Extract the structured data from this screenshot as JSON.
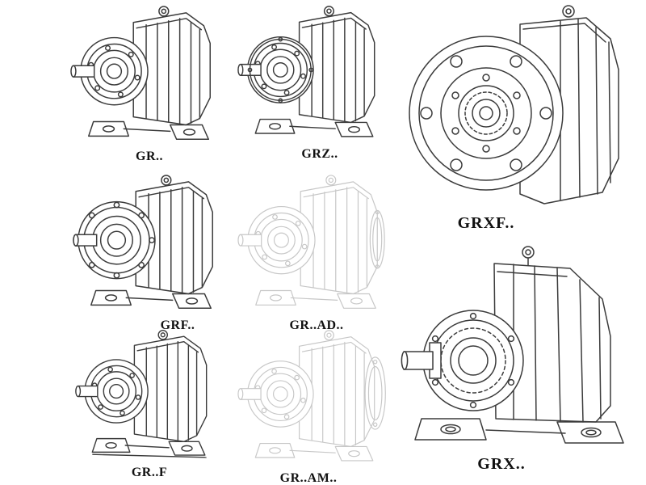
{
  "page": {
    "background": "#ffffff",
    "line_color": "#3b3b3b",
    "light_line_color": "#c7c7c7",
    "label_color": "#111111"
  },
  "models": [
    {
      "id": "gr",
      "label": "GR..",
      "style": "solid"
    },
    {
      "id": "grz",
      "label": "GRZ..",
      "style": "solid"
    },
    {
      "id": "grxf",
      "label": "GRXF..",
      "style": "solid"
    },
    {
      "id": "grf",
      "label": "GRF..",
      "style": "solid"
    },
    {
      "id": "gr_ad",
      "label": "GR..AD..",
      "style": "light"
    },
    {
      "id": "gr_f",
      "label": "GR..F",
      "style": "solid"
    },
    {
      "id": "gr_am",
      "label": "GR..AM..",
      "style": "light"
    },
    {
      "id": "grx",
      "label": "GRX..",
      "style": "solid"
    }
  ]
}
